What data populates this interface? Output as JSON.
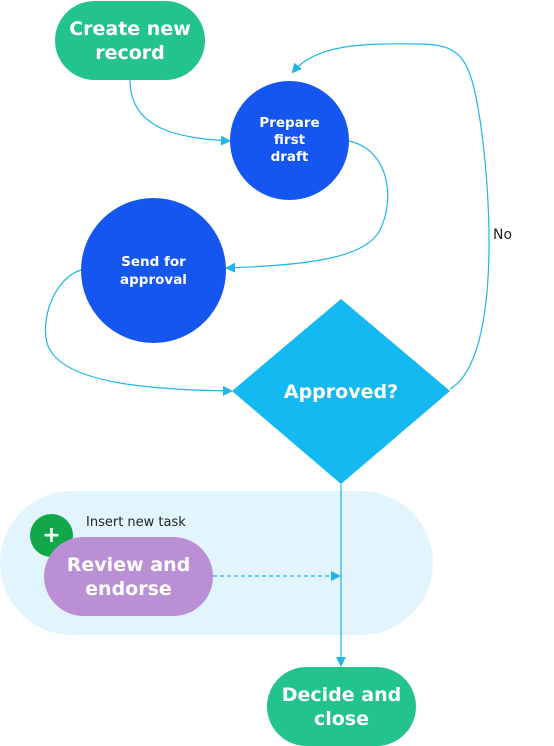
{
  "nodes": {
    "create": {
      "lines": [
        "Create new",
        "record"
      ],
      "color": "#23c38c"
    },
    "prepare": {
      "lines": [
        "Prepare",
        "first",
        "draft"
      ],
      "color": "#1656f0"
    },
    "send": {
      "lines": [
        "Send for",
        "approval"
      ],
      "color": "#1656f0"
    },
    "approved": {
      "lines": [
        "Approved?"
      ],
      "color": "#13b9f0"
    },
    "review": {
      "lines": [
        "Review and",
        "endorse"
      ],
      "color": "#bb8fd6"
    },
    "decide": {
      "lines": [
        "Decide and",
        "close"
      ],
      "color": "#23c38c"
    }
  },
  "edge_labels": {
    "no": "No"
  },
  "insert": {
    "button_icon": "plus-icon",
    "button_glyph": "+",
    "label": "Insert new task"
  },
  "colors": {
    "edge": "#1fb6e8",
    "zone": "#e3f5fc",
    "add_button": "#12a84a"
  }
}
